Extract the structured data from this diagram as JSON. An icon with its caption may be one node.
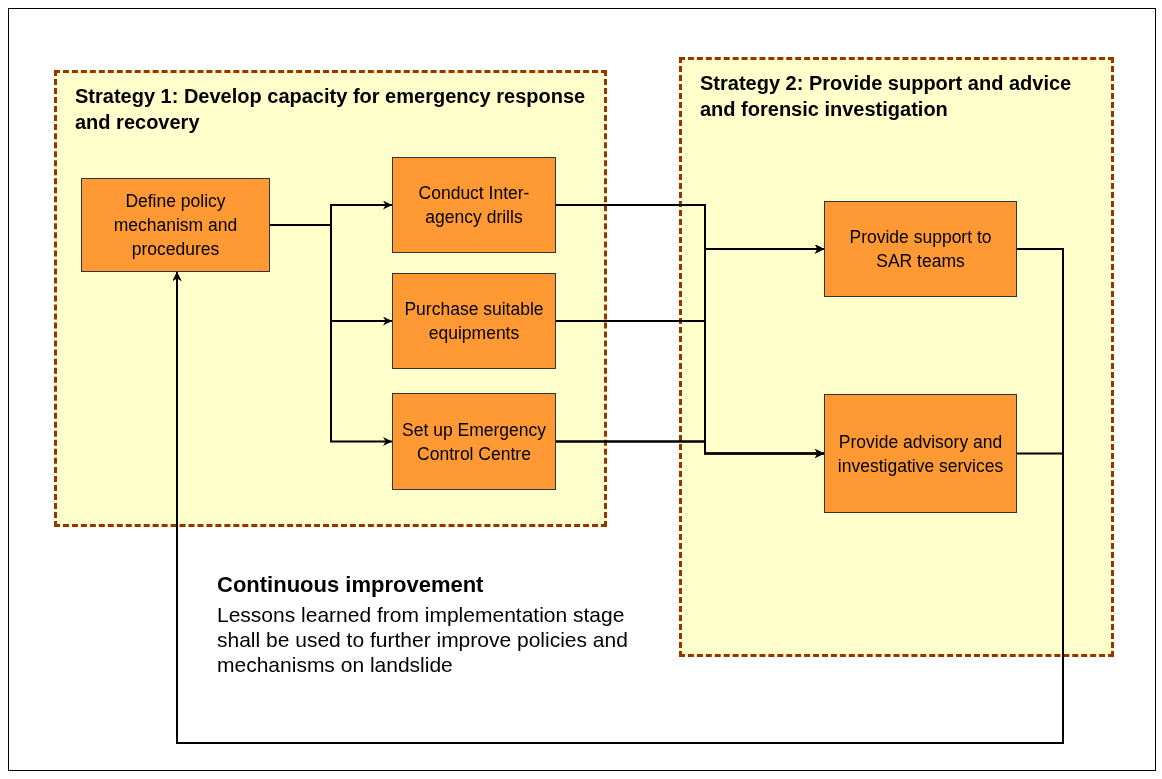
{
  "diagram": {
    "nodes": [
      {
        "text": [
          "Strategy 1: Develop capacity for emergency response and recovery"
        ]
      },
      {
        "text": [
          "Define policy mechanism and procedures"
        ],
        "in": 0
      },
      {
        "text": [
          "Conduct Inter-agency drills"
        ],
        "in": 0
      },
      {
        "text": [
          "Purchase suitable equipments"
        ],
        "in": 0
      },
      {
        "text": [
          "Set up Emergency Control Centre"
        ],
        "in": 0
      },
      {
        "text": [
          "Strategy 2: Provide support and advice and forensic investigation"
        ]
      },
      {
        "text": [
          "Provide support to SAR teams"
        ],
        "in": 5
      },
      {
        "text": [
          "Provide advisory and investigative services"
        ],
        "in": 5
      }
    ],
    "edges": [
      {
        "from": 1,
        "to": 2,
        "arrow": "to"
      },
      {
        "from": 1,
        "to": 3,
        "arrow": "to"
      },
      {
        "from": 1,
        "to": 4,
        "arrow": "to"
      },
      {
        "from": 2,
        "to": 6,
        "arrow": "to"
      },
      {
        "from": 3,
        "to": 6,
        "arrow": "to"
      },
      {
        "from": 4,
        "to": 6,
        "arrow": "to"
      },
      {
        "from": 2,
        "to": 7,
        "arrow": "to"
      },
      {
        "from": 3,
        "to": 7,
        "arrow": "to"
      },
      {
        "from": 4,
        "to": 7,
        "arrow": "to"
      },
      {
        "from": 6,
        "to": 1,
        "arrow": "to"
      },
      {
        "from": 7,
        "to": 1,
        "arrow": "to"
      }
    ],
    "labels": [
      "Continuous improvement",
      "Lessons learned from implementation stage shall be used to further improve policies and mechanisms on landslide"
    ]
  }
}
